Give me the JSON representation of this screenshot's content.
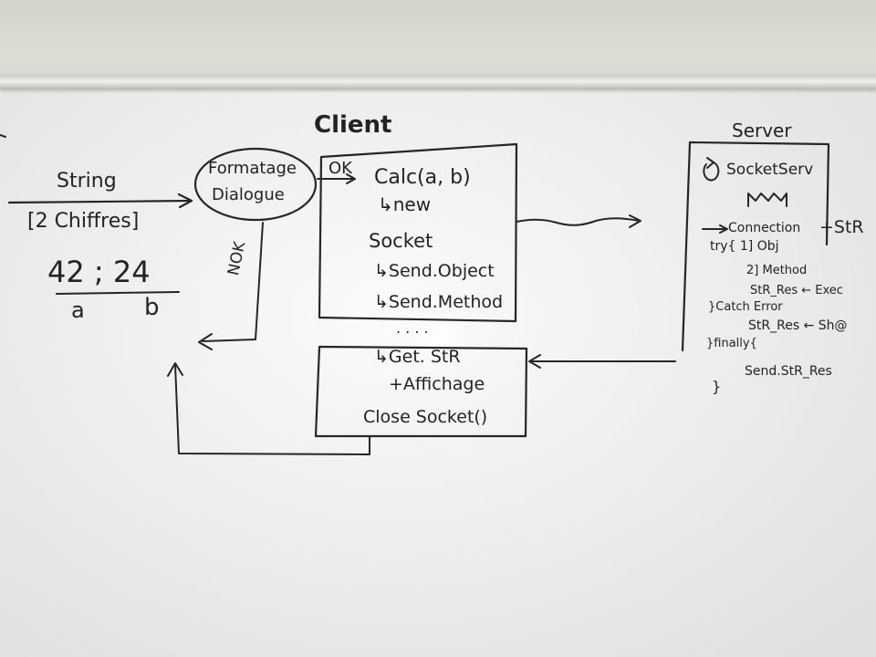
{
  "whiteboard": {
    "string_label": "String",
    "chiffres": "[2 Chiffres]",
    "numbers": "42 ; 24",
    "var_a": "a",
    "var_b": "b",
    "bubble_line1": "Formatage",
    "bubble_line2": "Dialogue",
    "ok_label": "OK",
    "nok_label": "NOK",
    "client_title": "Client",
    "client_box": {
      "line1": "Calc(a, b)",
      "line2": "↳new",
      "line3": "Socket",
      "line4": "↳Send.Object",
      "line5": "↳Send.Method"
    },
    "dots": ". . . .",
    "response_box": {
      "line1": "↳Get. StR",
      "line2": "+Affichage",
      "line3": "Close Socket()"
    },
    "server_title": "Server",
    "server_box": {
      "line1": "SocketServ",
      "line2": "Connection",
      "plus_str": "+StR",
      "line3": "try{ 1] Obj",
      "line4": "2] Method",
      "line5": "StR_Res ← Exec",
      "line6": "}Catch Error",
      "line7": "StR_Res ← Sh@",
      "line8": "}finally{",
      "line9": "Send.StR_Res",
      "line10": "}"
    }
  }
}
